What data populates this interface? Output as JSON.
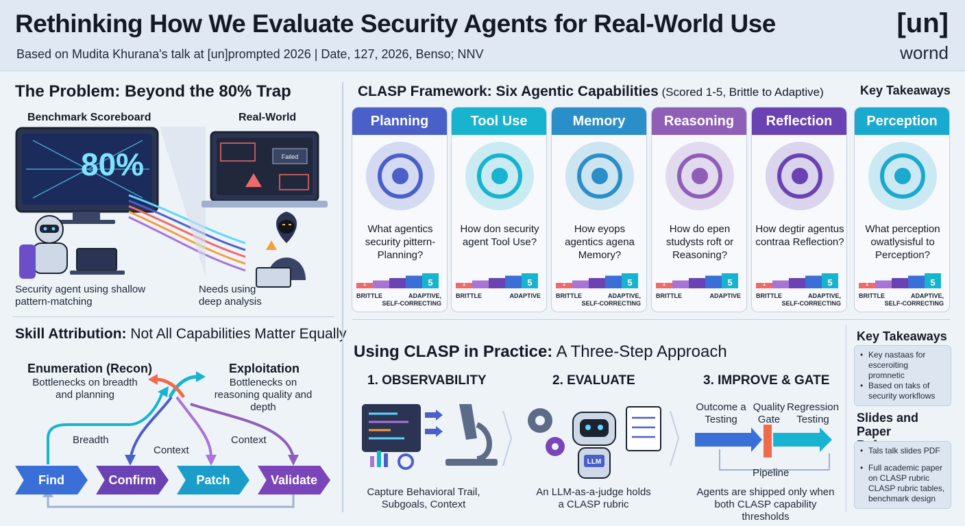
{
  "header": {
    "title": "Rethinking How We Evaluate Security Agents for Real-World Use",
    "subtitle": "Based on Mudita Khurana's talk at [un]prompted 2026 | Date, 127, 2026, Benso; NNV",
    "logo_top": "[un]",
    "logo_bottom": "wornd"
  },
  "problem": {
    "title": "The Problem: Beyond the 80% Trap",
    "scoreboard_label": "Benchmark Scoreboard",
    "score": "80%",
    "realworld_label": "Real-World",
    "failed_label": "Failed",
    "agent_caption": "Security agent using shallow pattern-matching",
    "needs_caption": "Needs using deep analysis"
  },
  "attribution": {
    "title_bold": "Skill Attribution:",
    "title_rest": " Not All Capabilities Matter Equally",
    "enum_title": "Enumeration (Recon)",
    "enum_desc": "Bottlenecks on breadth and planning",
    "exploit_title": "Exploitation",
    "exploit_desc": "Bottlenecks on reasoning quality and depth",
    "breadth_label": "Breadth",
    "context_label_1": "Context",
    "context_label_2": "Context",
    "pipeline": [
      "Find",
      "Confirm",
      "Patch",
      "Validate"
    ]
  },
  "clasp": {
    "title_bold": "CLASP Framework: Six Agentic Capabilities",
    "title_rest": " (Scored 1-5, Brittle to Adaptive)",
    "key_takeaways_label": "Key Takeaways",
    "scale_min": "1",
    "scale_max": "5",
    "cards": [
      {
        "name": "Planning",
        "color": "#4b5fc9",
        "question": "What agentics security pittern-Planning?",
        "left": "BRITTLE",
        "right": "ADAPTIVE,\nSELF-CORRECTING"
      },
      {
        "name": "Tool Use",
        "color": "#17b3cf",
        "question": "How don security agent Tool Use?",
        "left": "BRITTLE",
        "right": "ADAPTIVE"
      },
      {
        "name": "Memory",
        "color": "#2a8fc9",
        "question": "How eyops agentics agena Memory?",
        "left": "BRITTLE",
        "right": "ADAPTIVE,\nSELF-CORRECTING"
      },
      {
        "name": "Reasoning",
        "color": "#8f5fb8",
        "question": "How do epen studysts roft or Reasoning?",
        "left": "BRITTLE",
        "right": "ADAPTIVE"
      },
      {
        "name": "Reflection",
        "color": "#6a42b3",
        "question": "How degtir agentus contraa Reflection?",
        "left": "BRITTLE",
        "right": "ADAPTIVE,\nSELF-CORRECTING"
      },
      {
        "name": "Perception",
        "color": "#1aa9cf",
        "question": "What perception owatlysisful to Perception?",
        "left": "BRITTLE",
        "right": "ADAPTIVE,\nSELF-CORRECTING"
      }
    ]
  },
  "practice": {
    "title_bold": "Using CLASP in Practice:",
    "title_rest": " A Three-Step Approach",
    "step1_title": "1. OBSERVABILITY",
    "step1_caption": "Capture Behavioral Trail, Subgoals, Context",
    "step2_title": "2. EVALUATE",
    "step2_badge": "LLM",
    "step2_caption": "An LLM-as-a-judge holds a CLASP rubric",
    "step3_title": "3. IMPROVE & GATE",
    "outcome_label": "Outcome a Testing",
    "quality_label": "Quality Gate",
    "regression_label": "Regression Testing",
    "pipeline_label": "Pipeline",
    "step3_caption": "Agents are shipped only when both CLASP capability thresholds"
  },
  "sidebar": {
    "takeaways_title": "Key Takeaways",
    "takeaways": [
      "Key nastaas for esceroiting promnetic",
      "Based on taks of security workflows"
    ],
    "slides_title": "Slides and Paper Reference",
    "slides": [
      "Tals talk slides PDF",
      "Full academic paper on CLASP rubric CLASP rubric tables, benchmark design"
    ]
  }
}
